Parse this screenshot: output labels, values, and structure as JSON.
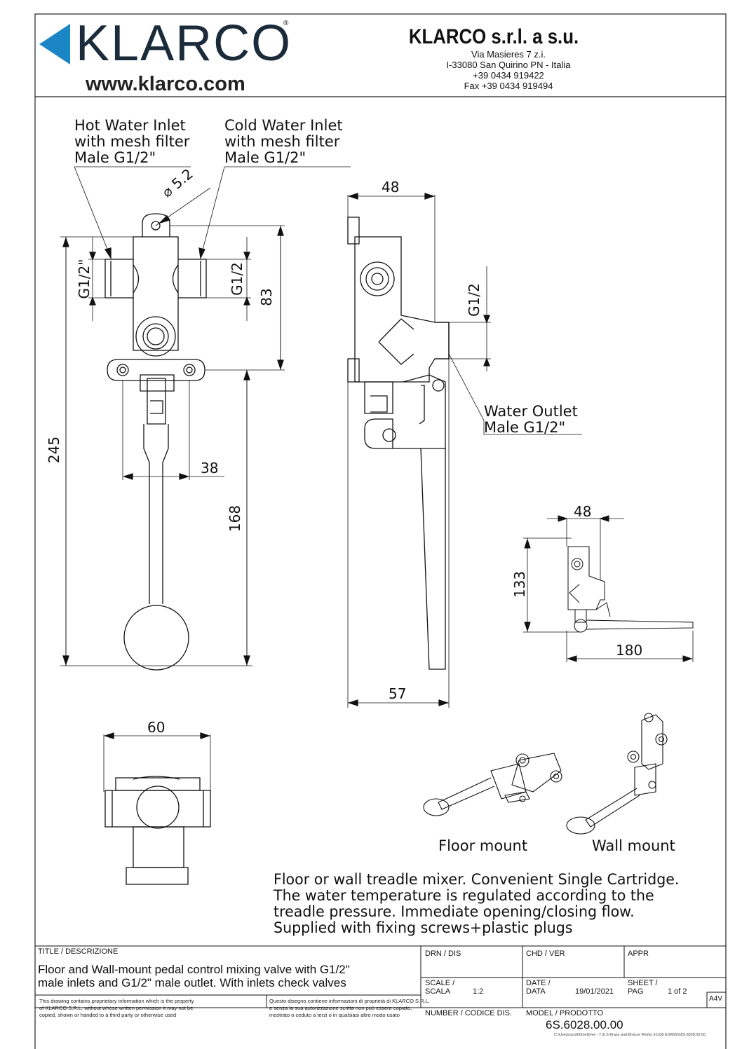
{
  "header": {
    "logo_text": "KLARCO",
    "logo_mark": "®",
    "website": "www.klarco.com",
    "company": "KLARCO s.r.l. a s.u.",
    "address_lines": [
      "Via Masieres 7 z.i.",
      "I-33080 San Quirino PN - Italia",
      "+39 0434 919422",
      "Fax  +39 0434 919494"
    ]
  },
  "callouts": {
    "hot_inlet": [
      "Hot Water Inlet",
      "with mesh filter",
      "Male G1/2\""
    ],
    "cold_inlet": [
      "Cold Water Inlet",
      "with mesh filter",
      "Male G1/2\""
    ],
    "outlet": [
      "Water Outlet",
      "Male G1/2\""
    ]
  },
  "dims": {
    "hole": "⌀ 5.2",
    "g12_left": "G1/2\"",
    "g12_right": "G1/2",
    "h83": "83",
    "h245": "245",
    "w38": "38",
    "h168": "168",
    "w48_side": "48",
    "g12_side": "G1/2",
    "w57": "57",
    "w48_small": "48",
    "h133": "133",
    "w180": "180",
    "w60": "60"
  },
  "views": {
    "floor_mount": "Floor mount",
    "wall_mount": "Wall mount"
  },
  "description": [
    "Floor or wall treadle mixer. Convenient Single Cartridge.",
    "The water temperature is regulated according to the",
    "treadle pressure. Immediate opening/closing flow.",
    "Supplied with fixing screws+plastic plugs"
  ],
  "title_block": {
    "title_caption": "TITLE / DESCRIZIONE",
    "title_lines": [
      "Floor and Wall-mount pedal control mixing valve with G1/2\"",
      "male inlets and G1/2\" male outlet. With inlets check valves"
    ],
    "drn": "DRN / DIS",
    "chd": "CHD / VER",
    "appr": "APPR",
    "scale_caption": [
      "SCALE /",
      "SCALA"
    ],
    "scale_value": "1:2",
    "date_caption": [
      "DATE /",
      "DATA"
    ],
    "date_value": "19/01/2021",
    "sheet_caption": [
      "SHEET /",
      "PAG"
    ],
    "sheet_value": "1 of 2",
    "notice_en": [
      "This drawing contains proprietary information which is the property",
      "of KLARCO S.R.L. without whose written permission it may not be",
      "copied, shown or handed to a third party or otherwise used"
    ],
    "notice_it": [
      "Questo disegno contiene informazioni di proprietà di KLARCO S.R.L.",
      "e senza la sua autorizzazione scritta non può essere copiato,",
      "mostrato o ceduto a terzi o in qualsiasi altro modo usato"
    ],
    "number_caption": "NUMBER / CODICE DIS.",
    "model_caption": "MODEL / PRODOTTO",
    "model_value": "6S.6028.00.00",
    "format": "A4V",
    "file_path": "C:\\Users\\scott\\OneDrive - T & S Brass and Bronze Works Inc\\06 EGM\\6S\\6S.6028.00.00"
  }
}
